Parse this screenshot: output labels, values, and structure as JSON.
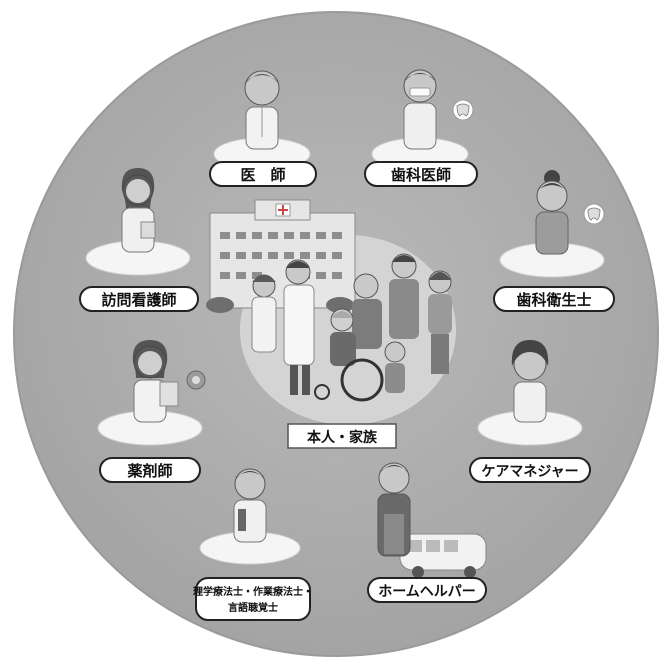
{
  "diagram": {
    "center_label": "本人・家族",
    "roles": [
      {
        "id": "doctor",
        "label": "医　師"
      },
      {
        "id": "dentist",
        "label": "歯科医師"
      },
      {
        "id": "visiting-nurse",
        "label": "訪問看護師"
      },
      {
        "id": "dental-hygienist",
        "label": "歯科衛生士"
      },
      {
        "id": "pharmacist",
        "label": "薬剤師"
      },
      {
        "id": "care-manager",
        "label": "ケアマネジャー"
      },
      {
        "id": "therapist",
        "label_line1": "理学療法士・作業療法士・",
        "label_line2": "言語聴覚士"
      },
      {
        "id": "home-helper",
        "label": "ホームヘルパー"
      }
    ]
  }
}
